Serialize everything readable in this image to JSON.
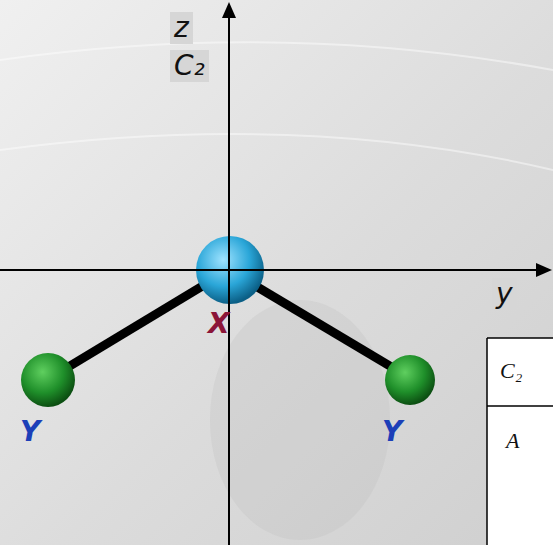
{
  "diagram": {
    "labels": [
      "z",
      "C₂",
      "y",
      "X",
      "Y",
      "Y",
      "C₂",
      "A"
    ]
  }
}
